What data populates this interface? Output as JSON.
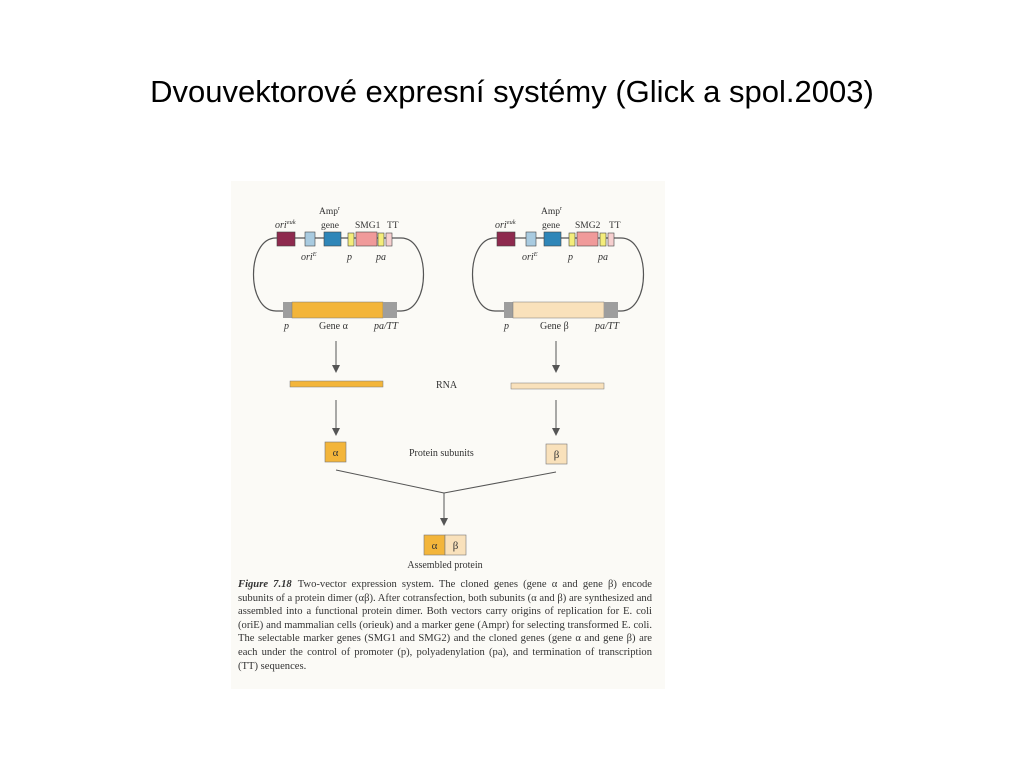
{
  "slide": {
    "title": "Dvouvektorové expresní systémy (Glick a spol.2003)"
  },
  "figure": {
    "vector_left": {
      "ori_euk": "ori",
      "ori_euk_sup": "euk",
      "amp_line1": "Amp",
      "amp_sup": "r",
      "amp_line2": "gene",
      "smg": "SMG1",
      "tt": "TT",
      "ori_e": "ori",
      "ori_e_sup": "E",
      "p_small": "p",
      "pa": "pa",
      "p_gene": "p",
      "gene": "Gene α",
      "pa_tt": "pa/TT",
      "rna_label": "RNA",
      "subunit_symbol": "α"
    },
    "vector_right": {
      "ori_euk": "ori",
      "ori_euk_sup": "euk",
      "amp_line1": "Amp",
      "amp_sup": "r",
      "amp_line2": "gene",
      "smg": "SMG2",
      "tt": "TT",
      "ori_e": "ori",
      "ori_e_sup": "E",
      "p_small": "p",
      "pa": "pa",
      "p_gene": "p",
      "gene": "Gene β",
      "pa_tt": "pa/TT",
      "subunit_symbol": "β"
    },
    "protein_subunits_label": "Protein subunits",
    "assembled_alpha": "α",
    "assembled_beta": "β",
    "assembled_label": "Assembled protein",
    "caption_label": "Figure 7.18",
    "caption_text": "Two-vector expression system. The cloned genes (gene α and gene β) encode subunits of a protein dimer (αβ). After cotransfection, both subunits (α and β) are synthesized and assembled into a functional protein dimer. Both vectors carry origins of replication for E. coli (oriE) and mammalian cells (orieuk) and a marker gene (Ampr) for selecting transformed E. coli. The selectable marker genes (SMG1 and SMG2) and the cloned genes (gene α and gene β) are each under the control of promoter (p), polyadenylation (pa), and termination of transcription (TT) sequences."
  },
  "colors": {
    "ori_euk": "#8e2a4e",
    "ori_e": "#a9cbe0",
    "amp": "#2f86b8",
    "promoter": "#f4ed7a",
    "smg": "#f09a9a",
    "tt": "#f6cfcf",
    "gene_alpha": "#f3b53a",
    "gene_beta": "#f9e1bb",
    "flank": "#9e9e9e",
    "line": "#555555"
  }
}
